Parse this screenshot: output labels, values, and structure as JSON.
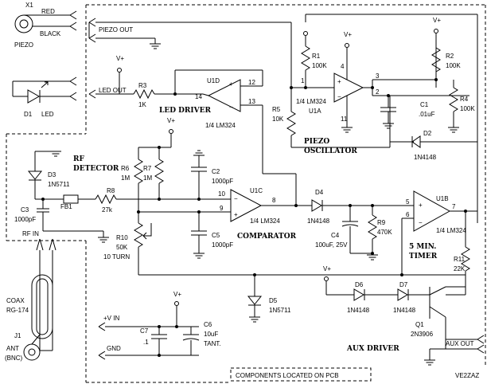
{
  "labels": {
    "x1": "X1",
    "red": "RED",
    "black": "BLACK",
    "piezo": "PIEZO",
    "d1": "D1",
    "led": "LED",
    "piezo_out": "PIEZO OUT",
    "led_out": "LED OUT",
    "vplus": "V+",
    "r3": "R3",
    "r3_val": "1K",
    "u1d": "U1D",
    "u1d_pin14": "14",
    "u1d_pin12": "12",
    "u1d_pin13": "13",
    "u1d_part": "1/4 LM324",
    "led_driver": "LED DRIVER",
    "r1": "R1",
    "r1_val": "100K",
    "r2": "R2",
    "r2_val": "100K",
    "r4": "R4",
    "r4_val": "100K",
    "r5": "R5",
    "r5_val": "10K",
    "u1a": "U1A",
    "u1a_part": "1/4 LM324",
    "pin4": "4",
    "pin11": "11",
    "pin1": "1",
    "pin2": "2",
    "pin3": "3",
    "c1": "C1",
    "c1_val": ".01uF",
    "piezo_osc_1": "PIEZO",
    "piezo_osc_2": "OSCILLATOR",
    "d2": "D2",
    "d2_val": "1N4148",
    "rf_det_1": "RF",
    "rf_det_2": "DETECTOR",
    "d3": "D3",
    "d3_val": "1N5711",
    "c3": "C3",
    "c3_val": "1000pF",
    "fb1": "FB1",
    "r8": "R8",
    "r8_val": "27k",
    "r6": "R6",
    "r6_val": "1M",
    "r7": "R7",
    "r7_val": "1M",
    "c2": "C2",
    "c2_val": "1000pF",
    "u1c": "U1C",
    "u1c_part": "1/4 LM324",
    "pin10": "10",
    "pin9": "9",
    "pin8": "8",
    "d4": "D4",
    "d4_val": "1N4148",
    "c4": "C4",
    "c4_val": "100uF, 25V",
    "r9": "R9",
    "r9_val": "470K",
    "u1b": "U1B",
    "u1b_part": "1/4 LM324",
    "pin5": "5",
    "pin6": "6",
    "pin7": "7",
    "five_min_1": "5 MIN.",
    "five_min_2": "TIMER",
    "rf_in": "RF IN",
    "r10": "R10",
    "r10_val": "50K",
    "r10_turn": "10 TURN",
    "c5": "C5",
    "c5_val": "1000pF",
    "comparator": "COMPARATOR",
    "d5": "D5",
    "d5_val": "1N5711",
    "r11": "R11",
    "r11_val": "22K",
    "d6": "D6",
    "d6_val": "1N4148",
    "d7": "D7",
    "d7_val": "1N4148",
    "q1": "Q1",
    "q1_val": "2N3906",
    "aux_driver": "AUX DRIVER",
    "aux_out": "AUX OUT",
    "coax": "COAX",
    "coax_type": "RG-174",
    "vin": "+V IN",
    "gnd": "GND",
    "c7": "C7",
    "c7_val": ".1",
    "c6": "C6",
    "c6_val": "10uF",
    "c6_tant": "TANT.",
    "j1": "J1",
    "ant": "ANT",
    "bnc": "(BNC)",
    "pcb_note": "COMPONENTS LOCATED ON PCB",
    "author": "VE2ZAZ"
  }
}
